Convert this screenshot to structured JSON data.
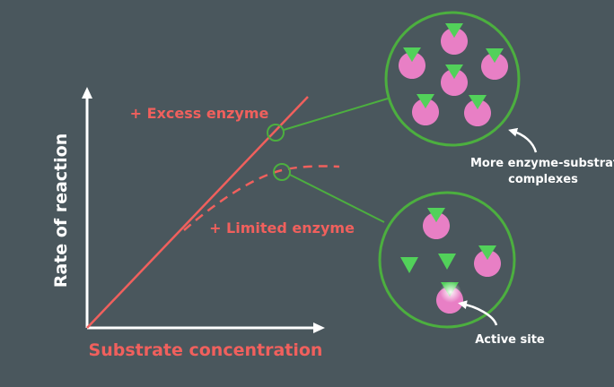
{
  "colors": {
    "background": "#4a575d",
    "axis": "#ffffff",
    "curve": "#f0605d",
    "zoom": "#4caf3f",
    "enzyme": "#e87fc5",
    "substrate": "#52d15a",
    "callout_text": "#ffffff"
  },
  "axes": {
    "y_label": "Rate of reaction",
    "x_label": "Substrate concentration"
  },
  "curves": {
    "excess_label": "+ Excess enzyme",
    "limited_label": "+ Limited enzyme"
  },
  "callouts": {
    "complexes_line1": "More enzyme-substrate",
    "complexes_line2": "complexes",
    "active_site": "Active site"
  },
  "icons": {
    "enzyme": "pac-man-shaped enzyme",
    "substrate": "triangle substrate"
  }
}
